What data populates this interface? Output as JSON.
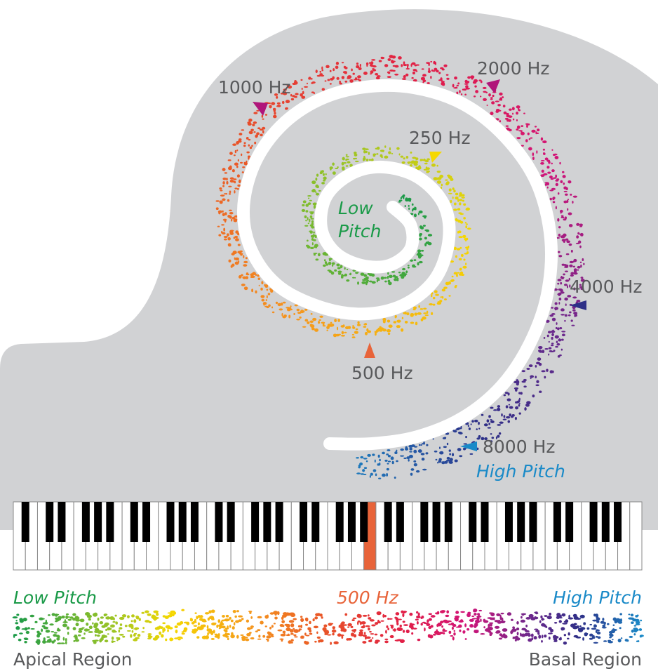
{
  "spiral_labels": {
    "low_pitch_line1": "Low",
    "low_pitch_line2": "Pitch",
    "f250": "250 Hz",
    "f500": "500 Hz",
    "f1000": "1000 Hz",
    "f2000": "2000 Hz",
    "f4000": "4000 Hz",
    "f8000": "8000 Hz",
    "high_pitch": "High Pitch"
  },
  "keyboard": {
    "white_keys": 52,
    "highlighted_white_key_index": 29
  },
  "band_labels": {
    "low_pitch": "Low Pitch",
    "mid": "500 Hz",
    "high_pitch": "High Pitch",
    "apical": "Apical Region",
    "basal": "Basal Region"
  },
  "colors": {
    "piano_body": "#d1d2d4",
    "low": "#1a9a48",
    "mid": "#e8643a",
    "high": "#1a8ac8",
    "text": "#58595b",
    "arrow_250": "#f5d800",
    "arrow_500": "#e8643a",
    "arrow_1000": "#b0157a",
    "arrow_2000": "#b0157a",
    "arrow_4000": "#2e2f87",
    "arrow_8000": "#1a8ac8"
  }
}
